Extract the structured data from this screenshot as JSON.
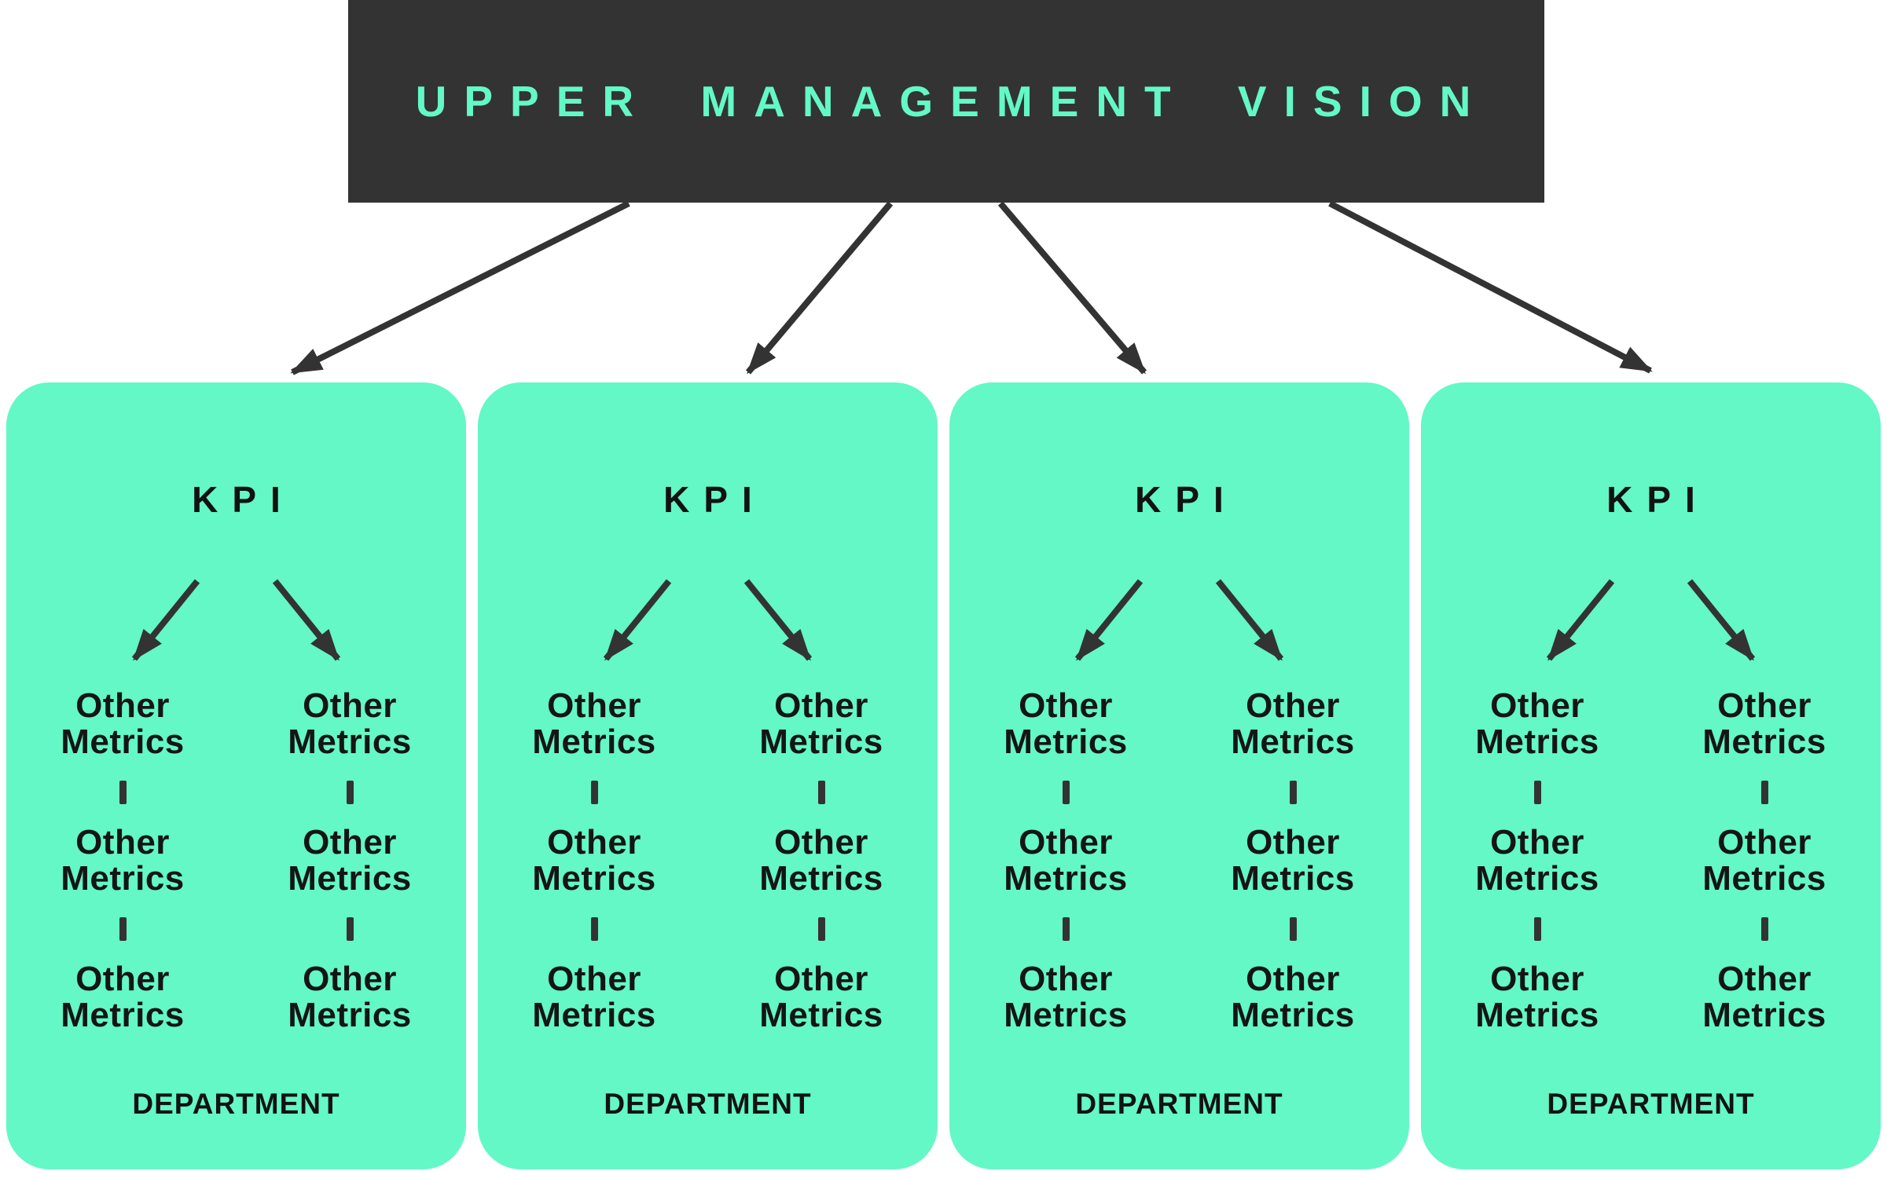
{
  "colors": {
    "background": "#ffffff",
    "dark": "#333333",
    "mint": "#63F8C6",
    "text_dark": "#121212"
  },
  "header": {
    "title": "UPPER MANAGEMENT VISION"
  },
  "cards": [
    {
      "kpi": "KPI",
      "department": "DEPARTMENT",
      "left_metrics": [
        "Other Metrics",
        "Other Metrics",
        "Other Metrics"
      ],
      "right_metrics": [
        "Other Metrics",
        "Other Metrics",
        "Other Metrics"
      ]
    },
    {
      "kpi": "KPI",
      "department": "DEPARTMENT",
      "left_metrics": [
        "Other Metrics",
        "Other Metrics",
        "Other Metrics"
      ],
      "right_metrics": [
        "Other Metrics",
        "Other Metrics",
        "Other Metrics"
      ]
    },
    {
      "kpi": "KPI",
      "department": "DEPARTMENT",
      "left_metrics": [
        "Other Metrics",
        "Other Metrics",
        "Other Metrics"
      ],
      "right_metrics": [
        "Other Metrics",
        "Other Metrics",
        "Other Metrics"
      ]
    },
    {
      "kpi": "KPI",
      "department": "DEPARTMENT",
      "left_metrics": [
        "Other Metrics",
        "Other Metrics",
        "Other Metrics"
      ],
      "right_metrics": [
        "Other Metrics",
        "Other Metrics",
        "Other Metrics"
      ]
    }
  ]
}
